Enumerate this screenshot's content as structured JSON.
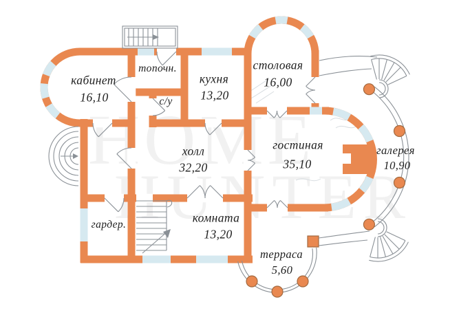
{
  "watermark": {
    "line1": "HOME",
    "line2": "HUNTER"
  },
  "rooms": {
    "kabinet": {
      "name": "кабинет",
      "area": "16,10"
    },
    "topoch": {
      "name": "топочн."
    },
    "su": {
      "name": "с/у"
    },
    "kitchen": {
      "name": "кухня",
      "area": "13,20"
    },
    "dining": {
      "name": "столовая",
      "area": "16,00"
    },
    "hall": {
      "name": "холл",
      "area": "32,20"
    },
    "living": {
      "name": "гостиная",
      "area": "35,10"
    },
    "gallery": {
      "name": "галерея",
      "area": "10,90"
    },
    "wardrobe": {
      "name": "гардер."
    },
    "room": {
      "name": "комната",
      "area": "13,20"
    },
    "terrace": {
      "name": "терраса",
      "area": "5,60"
    }
  },
  "colors": {
    "wall": "#E98850",
    "window": "#D6E9F0",
    "line": "#8A9096",
    "sketch": "#D7DCE0",
    "coledge": "#A2693F",
    "text": "#1E1E1E",
    "watermark": "rgba(0,0,0,0.055)"
  }
}
